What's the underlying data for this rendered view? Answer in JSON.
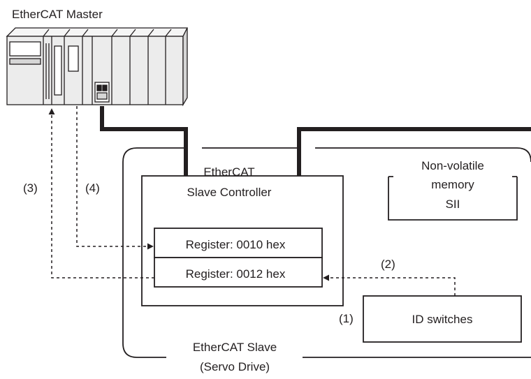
{
  "master": {
    "label": "EtherCAT Master"
  },
  "slave": {
    "label_line1": "EtherCAT Slave",
    "label_line2": "(Servo Drive)"
  },
  "controller": {
    "label_line1": "EtherCAT",
    "label_line2": "Slave Controller"
  },
  "registers": [
    {
      "label": "Register: 0010 hex"
    },
    {
      "label": "Register: 0012 hex"
    }
  ],
  "sii": {
    "line1": "Non-volatile",
    "line2": "memory",
    "line3": "SII"
  },
  "id_switches": {
    "label": "ID switches"
  },
  "steps": {
    "s1": "(1)",
    "s2": "(2)",
    "s3": "(3)",
    "s4": "(4)"
  },
  "colors": {
    "ink": "#231f20",
    "plc_fill": "#ececec",
    "plc_shade": "#d6d6d6"
  }
}
